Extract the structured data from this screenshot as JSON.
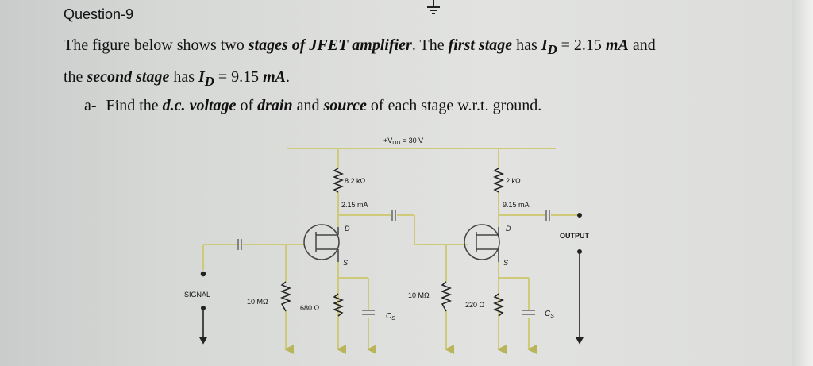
{
  "question": {
    "title": "Question-9"
  },
  "text": {
    "line1_a": "The figure below shows two ",
    "line1_b": "stages of JFET amplifier",
    "line1_c": ". The ",
    "line1_d": "first stage",
    "line1_e": " has ",
    "line1_f": "I",
    "line1_g": "D",
    "line1_h": " = 2.15 ",
    "line1_i": "mA",
    "line1_j": " and",
    "line2_a": "the ",
    "line2_b": "second stage",
    "line2_c": " has ",
    "line2_d": "I",
    "line2_e": "D",
    "line2_f": " = 9.15 ",
    "line2_g": "mA",
    "line2_h": ".",
    "line3_a": "a-",
    "line3_b": "Find the ",
    "line3_c": "d.c.",
    "line3_d": " ",
    "line3_e": "voltage",
    "line3_f": " of ",
    "line3_g": "drain",
    "line3_h": " and ",
    "line3_i": "source",
    "line3_j": " of each stage w.r.t. ground."
  },
  "circuit": {
    "vdd_prefix": "+V",
    "vdd_sub": "DD",
    "vdd_value": " = 30 V",
    "rd1": "8.2 kΩ",
    "id1": "2.15 mA",
    "rd2": "2 kΩ",
    "id2": "9.15 mA",
    "drain1": "D",
    "source1": "S",
    "drain2": "D",
    "source2": "S",
    "output": "OUTPUT",
    "signal": "SIGNAL",
    "rg1": "10 MΩ",
    "rs1": "680 Ω",
    "cs1": "C",
    "cs1_sub": "S",
    "rg2": "10 MΩ",
    "rs2": "220 Ω",
    "cs2": "C",
    "cs2_sub": "S"
  }
}
